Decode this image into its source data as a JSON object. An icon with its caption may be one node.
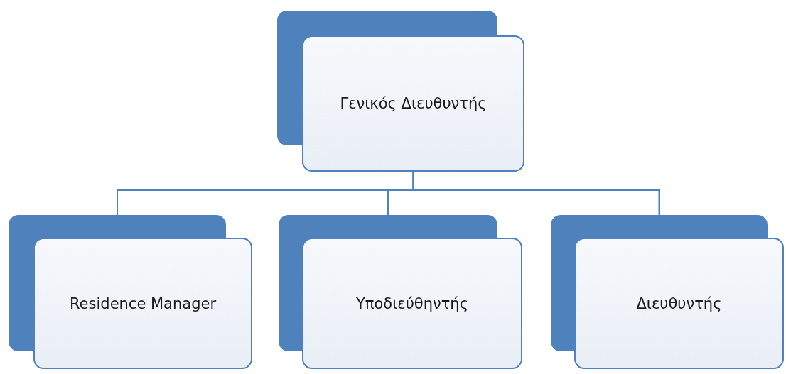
{
  "diagram": {
    "nodes": [
      {
        "text": [
          "Γενικός Διευθυντής"
        ]
      },
      {
        "text": [
          "Residence Manager"
        ]
      },
      {
        "text": [
          "Υποδιεύθηντής"
        ]
      },
      {
        "text": [
          "Διευθυντής"
        ]
      }
    ],
    "edges": [
      {
        "from": 0,
        "to": 1,
        "arrow": "none"
      },
      {
        "from": 0,
        "to": 2,
        "arrow": "none"
      },
      {
        "from": 0,
        "to": 3,
        "arrow": "none"
      }
    ]
  }
}
